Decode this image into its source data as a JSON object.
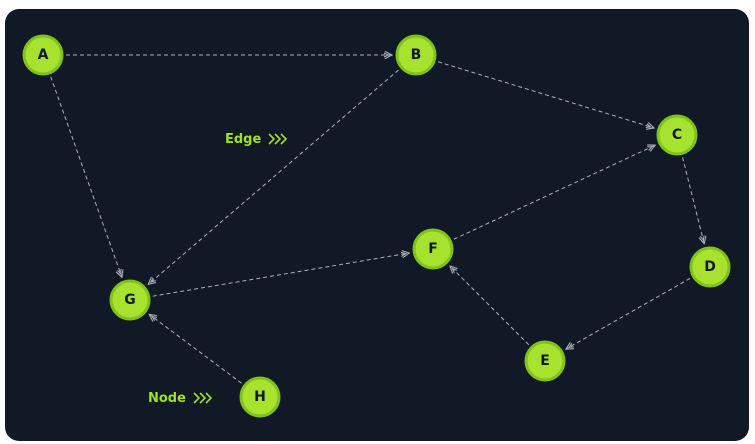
{
  "legend": {
    "edge_label": "Edge",
    "node_label": "Node"
  },
  "colors": {
    "background": "#111826",
    "node_fill": "#a6e22e",
    "node_border": "#7fc21a",
    "node_text": "#111826",
    "edge": "#c9ccd6",
    "legend_text": "#9de025"
  },
  "graph": {
    "nodes": [
      {
        "id": "A",
        "label": "A"
      },
      {
        "id": "B",
        "label": "B"
      },
      {
        "id": "C",
        "label": "C"
      },
      {
        "id": "D",
        "label": "D"
      },
      {
        "id": "E",
        "label": "E"
      },
      {
        "id": "F",
        "label": "F"
      },
      {
        "id": "G",
        "label": "G"
      },
      {
        "id": "H",
        "label": "H"
      }
    ],
    "edges": [
      {
        "from": "A",
        "to": "B"
      },
      {
        "from": "A",
        "to": "G"
      },
      {
        "from": "B",
        "to": "C"
      },
      {
        "from": "B",
        "to": "G"
      },
      {
        "from": "C",
        "to": "D"
      },
      {
        "from": "D",
        "to": "E"
      },
      {
        "from": "E",
        "to": "F"
      },
      {
        "from": "F",
        "to": "C"
      },
      {
        "from": "G",
        "to": "F"
      },
      {
        "from": "H",
        "to": "G"
      }
    ]
  }
}
